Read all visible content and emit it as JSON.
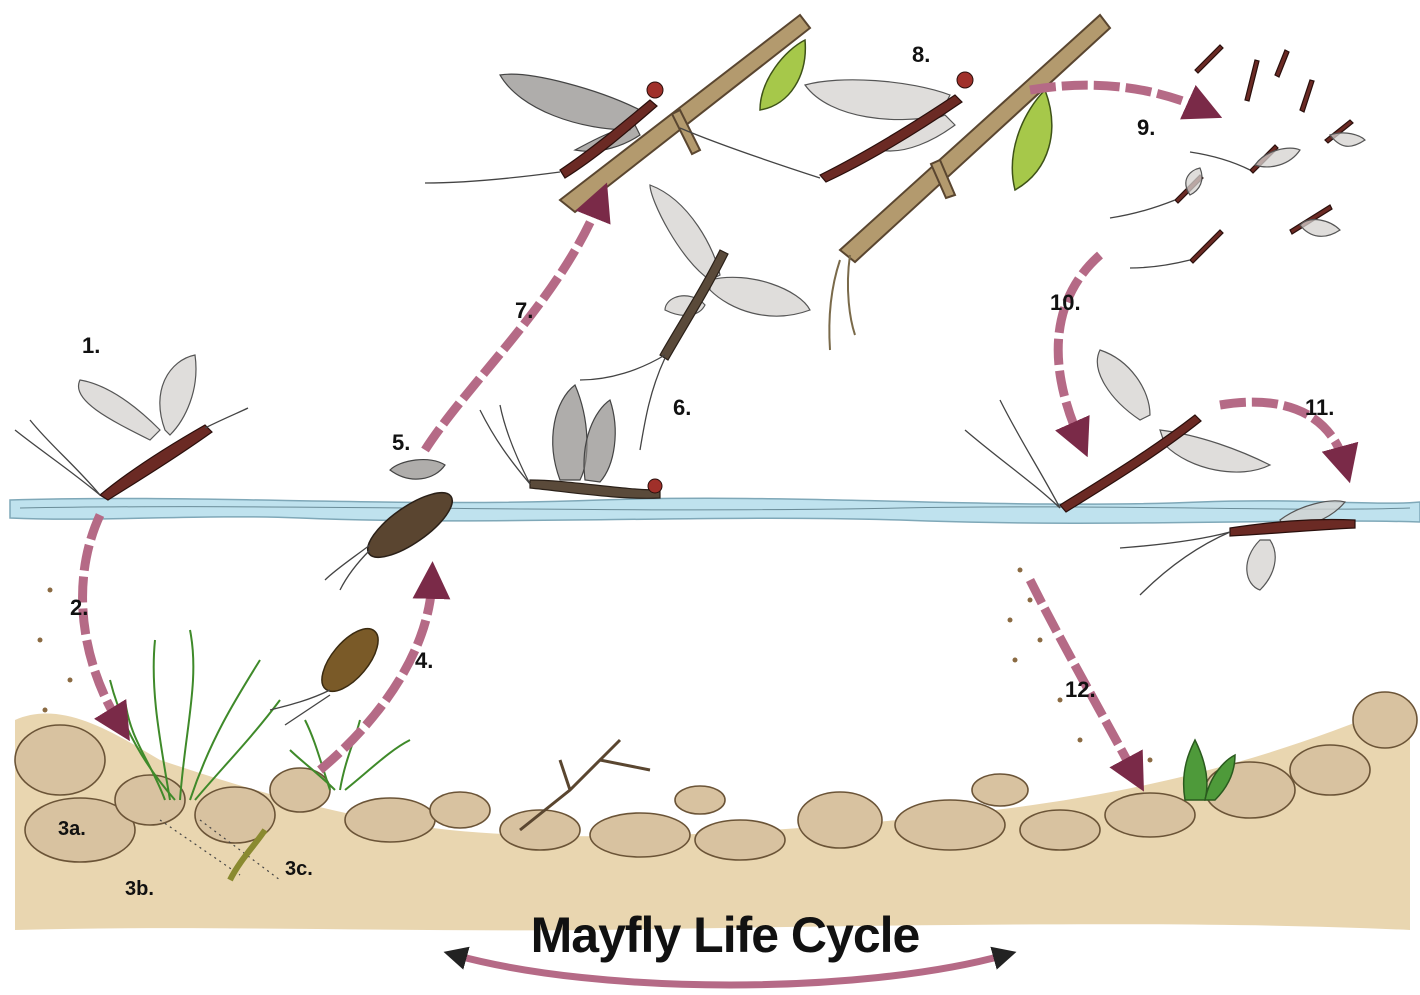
{
  "title": "Mayfly Life Cycle",
  "stages": {
    "s1": "1.",
    "s2": "2.",
    "s3a": "3a.",
    "s3b": "3b.",
    "s3c": "3c.",
    "s4": "4.",
    "s5": "5.",
    "s6": "6.",
    "s7": "7.",
    "s8": "8.",
    "s9": "9.",
    "s10": "10.",
    "s11": "11.",
    "s12": "12."
  },
  "colors": {
    "arrow": "#b56a86",
    "water": "#bfe2ee",
    "sediment": "#e9d6b0",
    "insect_body": "#6b2a24"
  }
}
